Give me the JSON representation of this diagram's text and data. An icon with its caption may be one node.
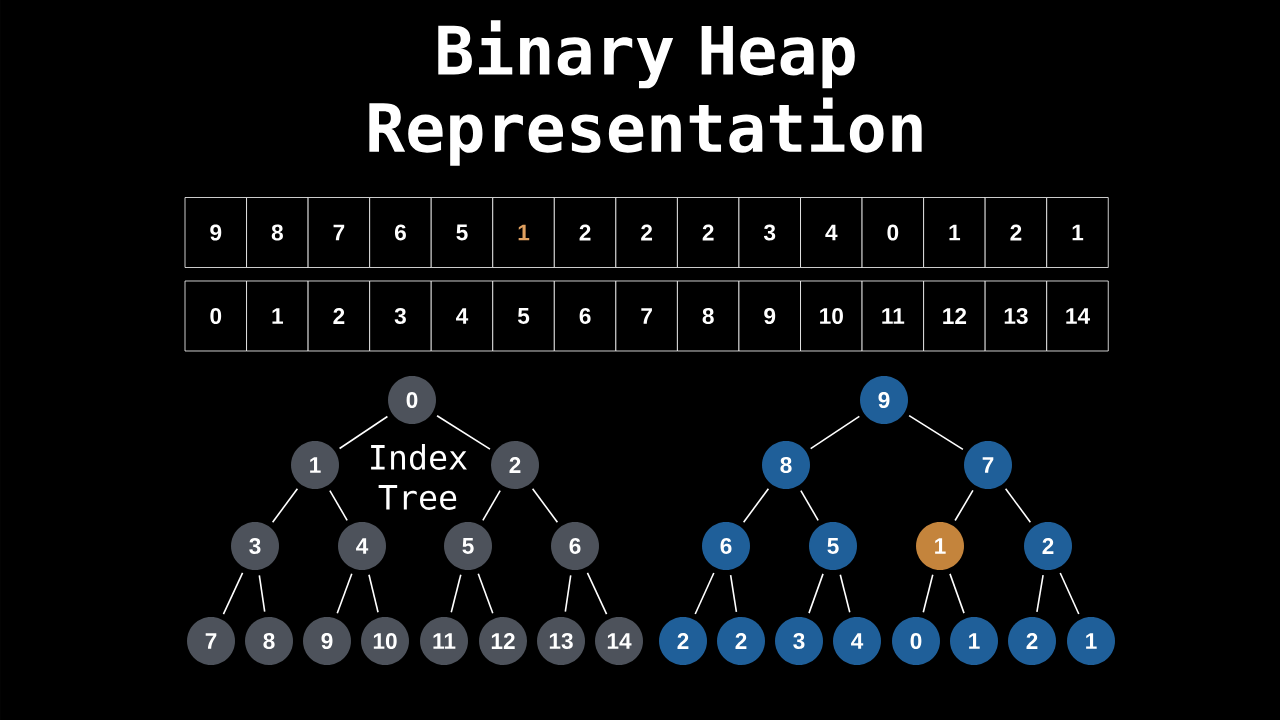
{
  "diagram": {
    "title": "Binary Heap Representation",
    "nodes": [
      {
        "text": [
          "9"
        ]
      },
      {
        "text": [
          "8"
        ]
      },
      {
        "text": [
          "7"
        ]
      },
      {
        "text": [
          "6"
        ]
      },
      {
        "text": [
          "5"
        ]
      },
      {
        "text": [
          "1"
        ]
      },
      {
        "text": [
          "2"
        ]
      },
      {
        "text": [
          "2"
        ]
      },
      {
        "text": [
          "2"
        ]
      },
      {
        "text": [
          "3"
        ]
      },
      {
        "text": [
          "4"
        ]
      },
      {
        "text": [
          "0"
        ]
      },
      {
        "text": [
          "1"
        ]
      },
      {
        "text": [
          "2"
        ]
      },
      {
        "text": [
          "1"
        ]
      },
      {
        "text": [
          "0"
        ]
      },
      {
        "text": [
          "1"
        ]
      },
      {
        "text": [
          "2"
        ]
      },
      {
        "text": [
          "3"
        ]
      },
      {
        "text": [
          "4"
        ]
      },
      {
        "text": [
          "5"
        ]
      },
      {
        "text": [
          "6"
        ]
      },
      {
        "text": [
          "7"
        ]
      },
      {
        "text": [
          "8"
        ]
      },
      {
        "text": [
          "9"
        ]
      },
      {
        "text": [
          "10"
        ]
      },
      {
        "text": [
          "11"
        ]
      },
      {
        "text": [
          "12"
        ]
      },
      {
        "text": [
          "13"
        ]
      },
      {
        "text": [
          "14"
        ]
      },
      {
        "text": [
          "0"
        ]
      },
      {
        "text": [
          "1"
        ]
      },
      {
        "text": [
          "2"
        ]
      },
      {
        "text": [
          "3"
        ]
      },
      {
        "text": [
          "4"
        ]
      },
      {
        "text": [
          "5"
        ]
      },
      {
        "text": [
          "6"
        ]
      },
      {
        "text": [
          "7"
        ]
      },
      {
        "text": [
          "8"
        ]
      },
      {
        "text": [
          "9"
        ]
      },
      {
        "text": [
          "10"
        ]
      },
      {
        "text": [
          "11"
        ]
      },
      {
        "text": [
          "12"
        ]
      },
      {
        "text": [
          "13"
        ]
      },
      {
        "text": [
          "14"
        ]
      },
      {
        "text": [
          "9"
        ]
      },
      {
        "text": [
          "8"
        ]
      },
      {
        "text": [
          "7"
        ]
      },
      {
        "text": [
          "6"
        ]
      },
      {
        "text": [
          "5"
        ]
      },
      {
        "text": [
          "1"
        ]
      },
      {
        "text": [
          "2"
        ]
      },
      {
        "text": [
          "2"
        ]
      },
      {
        "text": [
          "2"
        ]
      },
      {
        "text": [
          "3"
        ]
      },
      {
        "text": [
          "4"
        ]
      },
      {
        "text": [
          "0"
        ]
      },
      {
        "text": [
          "1"
        ]
      },
      {
        "text": [
          "2"
        ]
      },
      {
        "text": [
          "1"
        ]
      }
    ],
    "edges": [
      {
        "from": 30,
        "to": 31,
        "arrow": "none"
      },
      {
        "from": 30,
        "to": 32,
        "arrow": "none"
      },
      {
        "from": 31,
        "to": 33,
        "arrow": "none"
      },
      {
        "from": 31,
        "to": 34,
        "arrow": "none"
      },
      {
        "from": 32,
        "to": 35,
        "arrow": "none"
      },
      {
        "from": 32,
        "to": 36,
        "arrow": "none"
      },
      {
        "from": 33,
        "to": 37,
        "arrow": "none"
      },
      {
        "from": 33,
        "to": 38,
        "arrow": "none"
      },
      {
        "from": 34,
        "to": 39,
        "arrow": "none"
      },
      {
        "from": 34,
        "to": 40,
        "arrow": "none"
      },
      {
        "from": 35,
        "to": 41,
        "arrow": "none"
      },
      {
        "from": 35,
        "to": 42,
        "arrow": "none"
      },
      {
        "from": 36,
        "to": 43,
        "arrow": "none"
      },
      {
        "from": 36,
        "to": 44,
        "arrow": "none"
      },
      {
        "from": 45,
        "to": 46,
        "arrow": "none"
      },
      {
        "from": 45,
        "to": 47,
        "arrow": "none"
      },
      {
        "from": 46,
        "to": 48,
        "arrow": "none"
      },
      {
        "from": 46,
        "to": 49,
        "arrow": "none"
      },
      {
        "from": 47,
        "to": 50,
        "arrow": "none"
      },
      {
        "from": 47,
        "to": 51,
        "arrow": "none"
      },
      {
        "from": 48,
        "to": 52,
        "arrow": "none"
      },
      {
        "from": 48,
        "to": 53,
        "arrow": "none"
      },
      {
        "from": 49,
        "to": 54,
        "arrow": "none"
      },
      {
        "from": 49,
        "to": 55,
        "arrow": "none"
      },
      {
        "from": 50,
        "to": 56,
        "arrow": "none"
      },
      {
        "from": 50,
        "to": 57,
        "arrow": "none"
      },
      {
        "from": 51,
        "to": 58,
        "arrow": "none"
      },
      {
        "from": 51,
        "to": 59,
        "arrow": "none"
      }
    ],
    "labels": [
      "Index Tree"
    ]
  }
}
